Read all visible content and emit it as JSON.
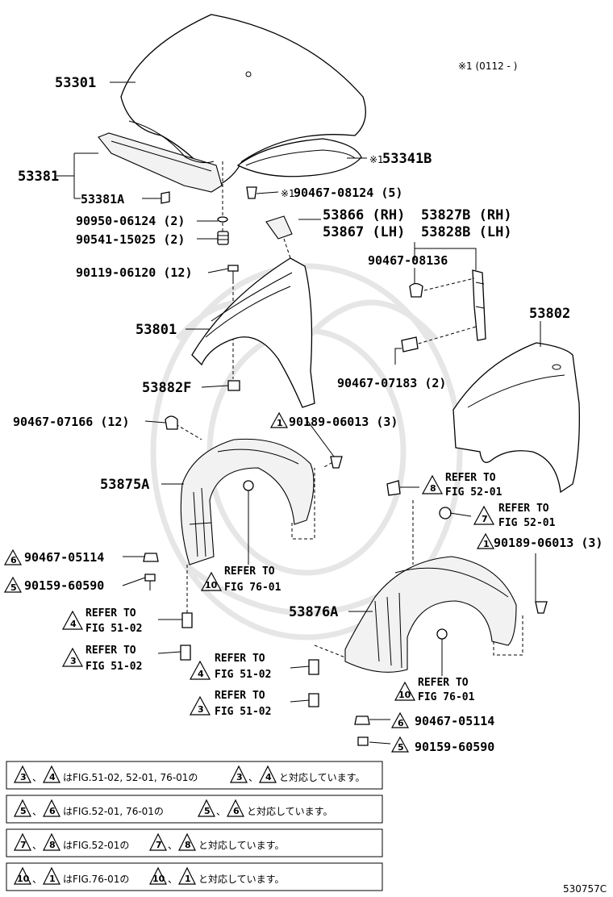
{
  "header_note": "※1 (0112 -     )",
  "figure_id": "530757C",
  "parts": {
    "hood": "53301",
    "hood_seal": "53381",
    "hood_seal_a": "53381A",
    "part_90950": "90950-06124 (2)",
    "part_90541": "90541-15025 (2)",
    "part_90119": "90119-06120 (12)",
    "fender_lh": "53801",
    "part_53882f": "53882F",
    "part_53341b": "53341B",
    "part_90467_08124": "90467-08124 (5)",
    "star_mark": "※1",
    "part_53866": "53866 (RH)",
    "part_53867": "53867 (LH)",
    "part_53827b": "53827B (RH)",
    "part_53828b": "53828B (LH)",
    "part_90467_08136": "90467-08136",
    "fender_rh": "53802",
    "part_90467_07183": "90467-07183 (2)",
    "part_90467_07166": "90467-07166 (12)",
    "part_90189_a": "90189-06013 (3)",
    "liner_lh": "53875A",
    "part_90467_05114_a": "90467-05114",
    "part_90159_a": "90159-60590",
    "liner_rh": "53876A",
    "part_90189_b": "90189-06013 (3)",
    "part_90467_05114_b": "90467-05114",
    "part_90159_b": "90159-60590"
  },
  "refs": {
    "refer_to": "REFER TO",
    "fig_52_01": "FIG 52-01",
    "fig_76_01": "FIG 76-01",
    "fig_51_02": "FIG 51-02"
  },
  "tri_nums": {
    "t1": "1",
    "t3": "3",
    "t4": "4",
    "t5": "5",
    "t6": "6",
    "t7": "7",
    "t8": "8",
    "t10": "10"
  },
  "notes": [
    "はFIG.51-02, 52-01, 76-01の",
    "と対応しています。",
    "はFIG.52-01, 76-01の",
    "と対応しています。",
    "はFIG.52-01の",
    "と対応しています。",
    "はFIG.76-01の",
    "と対応しています。"
  ],
  "note_sep": "、"
}
